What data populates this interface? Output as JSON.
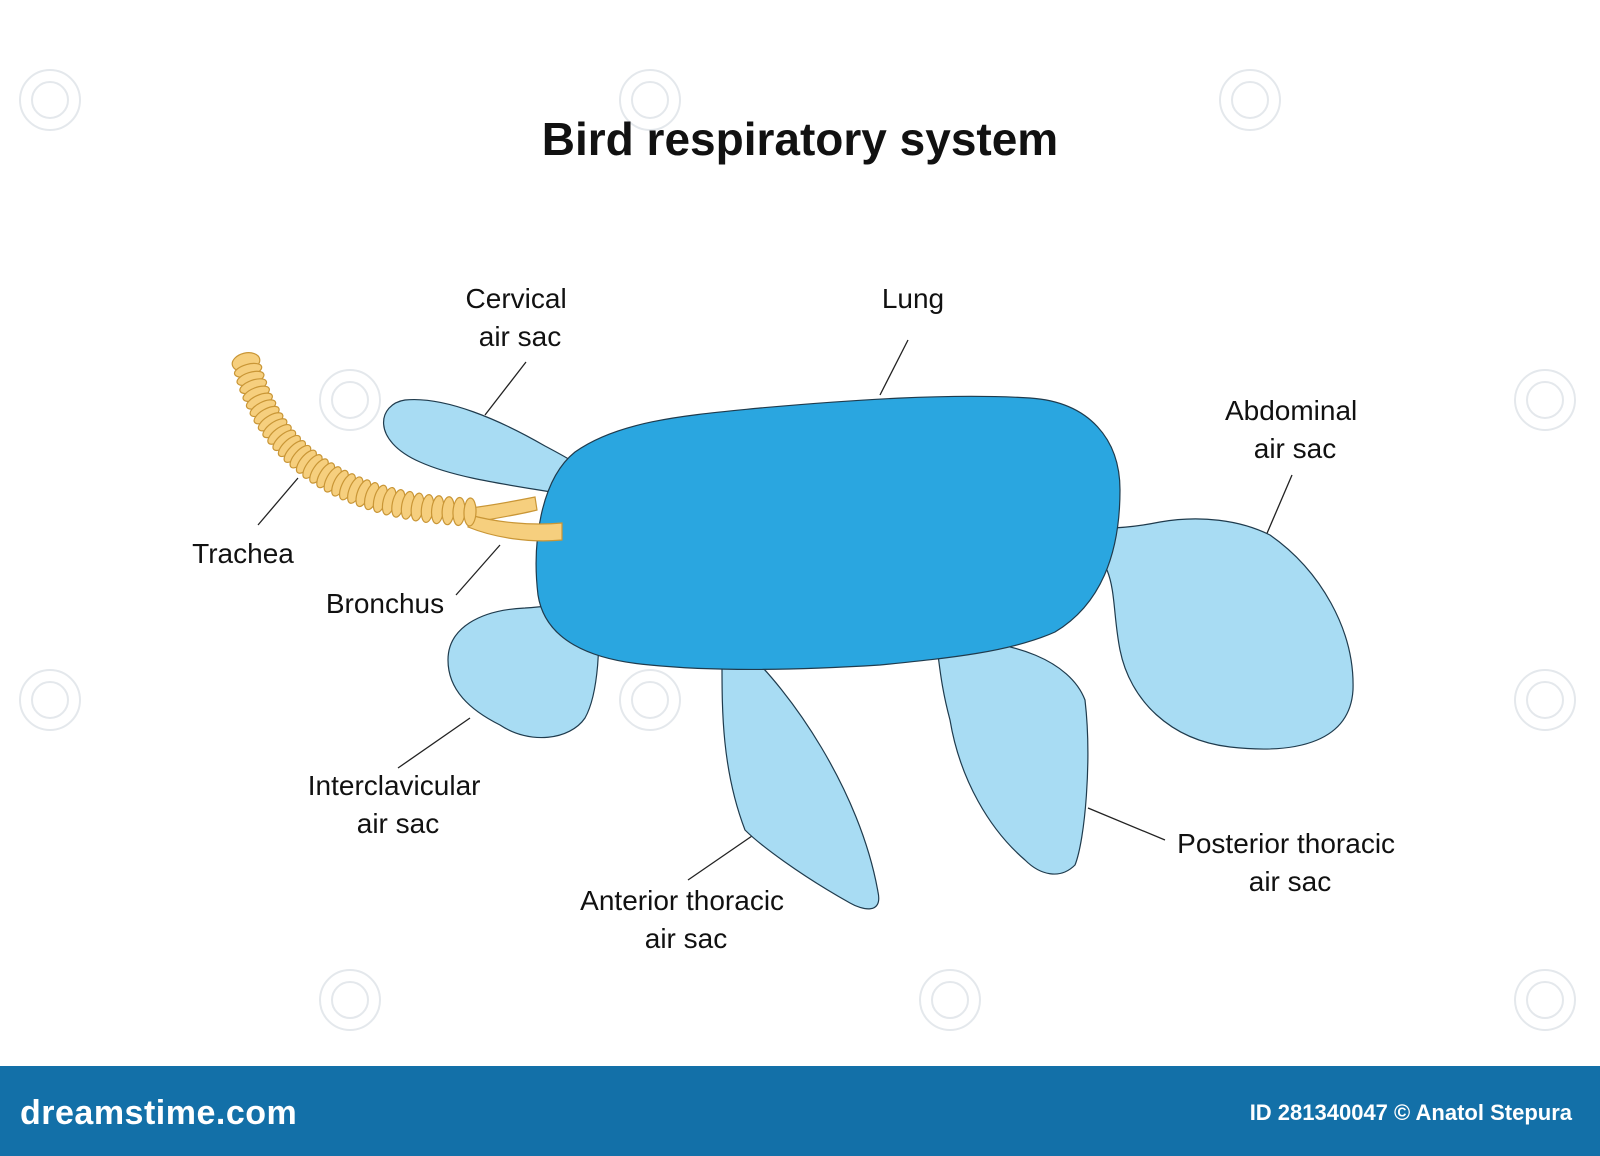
{
  "title": "Bird respiratory system",
  "labels": {
    "cervical": [
      "Cervical",
      "air sac"
    ],
    "lung": "Lung",
    "abdominal": [
      "Abdominal",
      "air sac"
    ],
    "trachea": "Trachea",
    "bronchus": "Bronchus",
    "interclavicular": [
      "Interclavicular",
      "air sac"
    ],
    "anterior_thoracic": [
      "Anterior thoracic",
      "air sac"
    ],
    "posterior_thoracic": [
      "Posterior thoracic",
      "air sac"
    ]
  },
  "colors": {
    "lung": "#2aa6e0",
    "air_sac": "#a8dcf3",
    "trachea": "#f6cf7e",
    "trachea_outline": "#c99636",
    "footer": "#1370a8"
  },
  "footer": {
    "logo": "dreamstime.com",
    "credit": "ID 281340047 © Anatol Stepura"
  }
}
